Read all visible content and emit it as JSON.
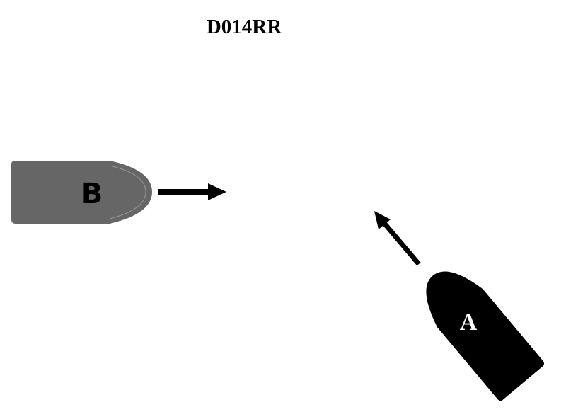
{
  "title": "D014RR",
  "boats": [
    {
      "label": "B",
      "color": "#666666",
      "heading": "east"
    },
    {
      "label": "A",
      "color": "#000000",
      "heading": "northwest"
    }
  ],
  "colors": {
    "arrow": "#000000",
    "label_b": "#000000",
    "label_a": "#ffffff"
  }
}
